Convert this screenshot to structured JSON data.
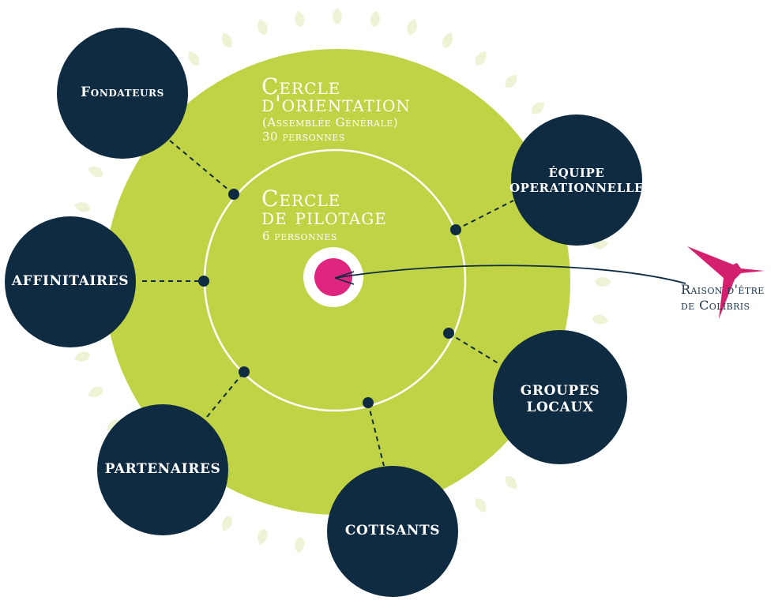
{
  "outer_circle": {
    "title_line1": "Cercle",
    "title_line2": "d'orientation",
    "subtitle": "(Assemblée Générale)",
    "count": "30 personnes"
  },
  "inner_circle": {
    "title_line1": "Cercle",
    "title_line2": "de pilotage",
    "count": "6 personnes"
  },
  "nodes": {
    "fondateurs": "Fondateurs",
    "affinitaires": "AFFINITAIRES",
    "partenaires": "PARTENAIRES",
    "cotisants": "COTISANTS",
    "groupes_line1": "GROUPES",
    "groupes_line2": "LOCAUX",
    "equipe_line1": "ÉQUIPE",
    "equipe_line2": "OPERATIONNELLE"
  },
  "raison": {
    "line1": "Raison d'être",
    "line2": "de Colibris"
  },
  "colors": {
    "outer_green": "#c0d344",
    "leaf_pale": "#eef3d6",
    "node_navy": "#0f2b42",
    "center_pink": "#e0257e",
    "bird_magenta": "#d4206f"
  }
}
